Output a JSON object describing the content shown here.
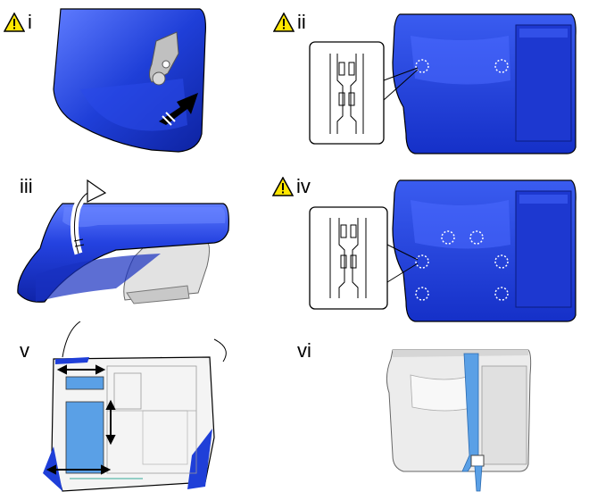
{
  "steps": [
    {
      "id": "i",
      "label": "i",
      "warning": true
    },
    {
      "id": "ii",
      "label": "ii",
      "warning": true
    },
    {
      "id": "iii",
      "label": "iii",
      "warning": false
    },
    {
      "id": "iv",
      "label": "iv",
      "warning": true
    },
    {
      "id": "v",
      "label": "v",
      "warning": false
    },
    {
      "id": "vi",
      "label": "vi",
      "warning": false
    }
  ],
  "colors": {
    "cover_blue": "#1f3fd8",
    "cover_highlight": "#5f7cff",
    "warning_yellow": "#ffe600",
    "strap_blue": "#5aa0e6",
    "body_gray": "#e6e6e6"
  },
  "icons": {
    "warning": "warning-triangle-icon",
    "push_arrow": "push-arrow-icon",
    "rotate_arrow": "rotate-arrow-icon",
    "clip_marker": "dashed-circle-marker"
  }
}
